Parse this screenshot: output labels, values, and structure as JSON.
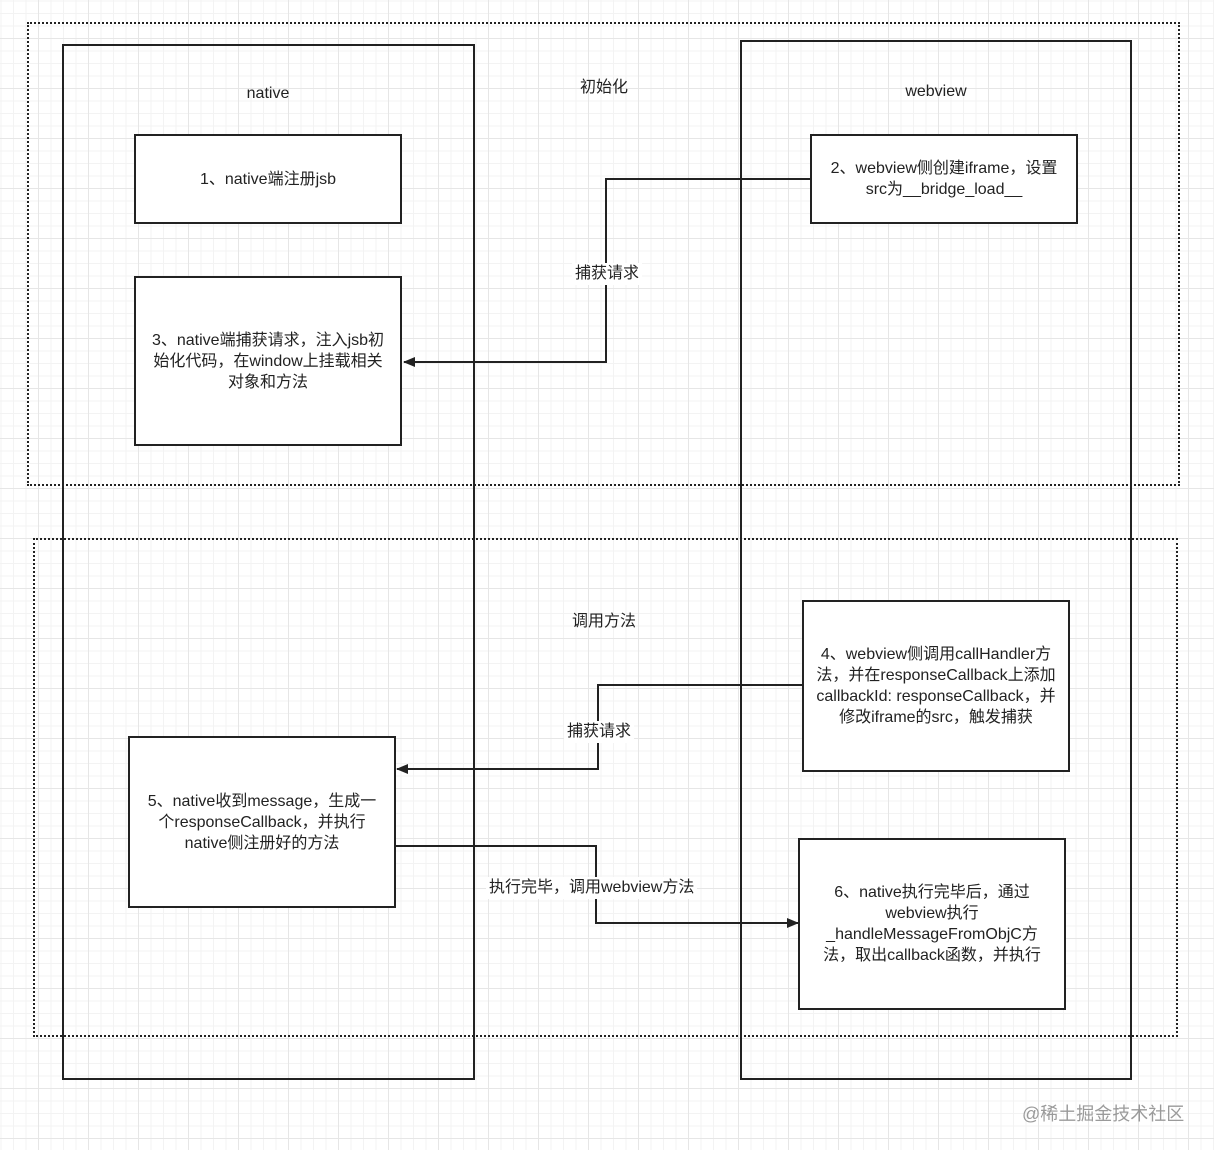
{
  "groups": {
    "init": {
      "label": "初始化"
    },
    "call": {
      "label": "调用方法"
    }
  },
  "lanes": {
    "native": {
      "label": "native"
    },
    "webview": {
      "label": "webview"
    }
  },
  "steps": {
    "s1": "1、native端注册jsb",
    "s2": "2、webview侧创建iframe，设置src为__bridge_load__",
    "s3": "3、native端捕获请求，注入jsb初始化代码，在window上挂载相关对象和方法",
    "s4": "4、webview侧调用callHandler方法，并在responseCallback上添加callbackId: responseCallback，并修改iframe的src，触发捕获",
    "s5": "5、native收到message，生成一个responseCallback，并执行native侧注册好的方法",
    "s6": "6、native执行完毕后，通过webview执行_handleMessageFromObjC方法，取出callback函数，并执行"
  },
  "edges": {
    "e1": {
      "label": "捕获请求"
    },
    "e2": {
      "label": "捕获请求"
    },
    "e3": {
      "label": "执行完毕，调用webview方法"
    }
  },
  "watermark": "@稀土掘金技术社区",
  "colors": {
    "stroke": "#222222",
    "grid": "#e6e6e6",
    "background": "#ffffff"
  }
}
